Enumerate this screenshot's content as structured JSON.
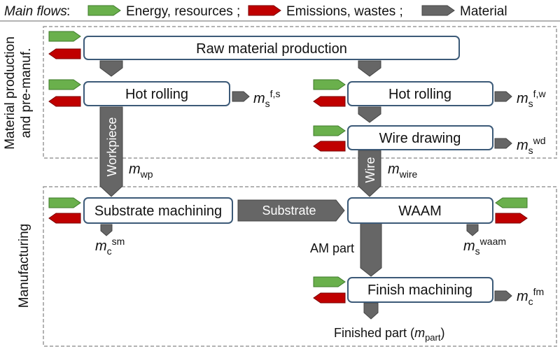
{
  "legend": {
    "title": "Main flows",
    "colon": ":",
    "energy": "Energy, resources ;",
    "emissions": "Emissions, wastes ;",
    "material": "Material"
  },
  "sections": {
    "top_line1": "Material production",
    "top_line2": "and pre-manuf.",
    "bottom": "Manufacturing"
  },
  "processes": {
    "raw": "Raw material production",
    "hot_rolling_left": "Hot rolling",
    "hot_rolling_right": "Hot rolling",
    "wire_drawing": "Wire drawing",
    "substrate_machining": "Substrate machining",
    "waam": "WAAM",
    "finish_machining": "Finish machining"
  },
  "flows": {
    "workpiece": "Workpiece",
    "wire": "Wire",
    "substrate": "Substrate",
    "am_part": "AM part",
    "finished_part": "Finished part (",
    "finished_close": ")"
  },
  "masses": {
    "base": "m",
    "fs_sub": "s",
    "fs_sup": "f,s",
    "fw_sub": "s",
    "fw_sup": "f,w",
    "wd_sub": "s",
    "wd_sup": "wd",
    "wp_sub": "wp",
    "wire_sub": "wire",
    "sm_sub": "c",
    "sm_sup": "sm",
    "waam_sub": "s",
    "waam_sup": "waam",
    "fm_sub": "c",
    "fm_sup": "fm",
    "part_sub": "part"
  },
  "colors": {
    "energy": "#6ab04c",
    "emission": "#c00000",
    "material": "#666666",
    "box_stroke": "#3c5a78",
    "frame": "#9a9a9a"
  }
}
